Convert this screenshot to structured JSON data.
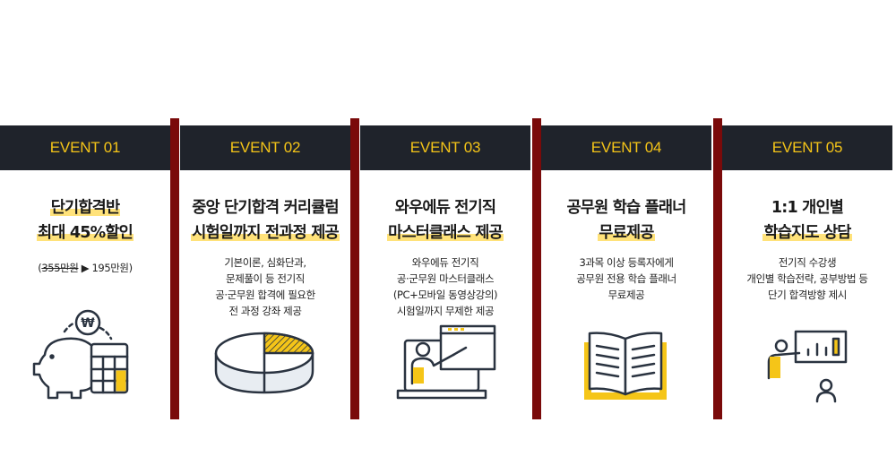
{
  "events": [
    {
      "label": "EVENT 01",
      "title_line1": "단기합격반",
      "title_line2": "최대 45%할인",
      "desc_strike": "355만원",
      "desc_arrow": "▶",
      "desc_rest": "195만원",
      "desc_open": "(",
      "desc_close": ")",
      "icon": "piggy-bank-calculator-icon",
      "coin_symbol": "₩"
    },
    {
      "label": "EVENT 02",
      "title_line1": "중앙 단기합격 커리큘럼",
      "title_line2": "시험일까지 전과정 제공",
      "desc_lines": [
        "기본이론, 심화단과,",
        "문제풀이 등 전기직",
        "공·군무원 합격에 필요한",
        "전 과정 강좌 제공"
      ],
      "icon": "pie-chart-icon"
    },
    {
      "label": "EVENT 03",
      "title_line1": "와우에듀 전기직",
      "title_line2": "마스터클래스 제공",
      "desc_lines": [
        "와우에듀 전기직",
        "공·군무원 마스터클래스",
        "(PC+모바일 동영상강의)",
        "시험일까지 무제한 제공"
      ],
      "icon": "laptop-lecture-icon"
    },
    {
      "label": "EVENT 04",
      "title_line1": "공무원 학습 플래너",
      "title_line2": "무료제공",
      "desc_lines": [
        "3과목 이상 등록자에게",
        "공무원 전용 학습 플래너",
        "무료제공"
      ],
      "icon": "open-book-icon"
    },
    {
      "label": "EVENT 05",
      "title_line1": "1:1 개인별",
      "title_line2": "학습지도 상담",
      "desc_lines": [
        "전기직 수강생",
        "개인별 학습전략, 공부방법 등",
        "단기 합격방향 제시"
      ],
      "icon": "consulting-board-icon"
    }
  ],
  "colors": {
    "header_bg": "#1f232b",
    "header_text": "#f5c518",
    "divider": "#7a0a0a",
    "highlight": "#ffe27a",
    "icon_stroke": "#2a3340",
    "icon_accent": "#f5c518"
  }
}
